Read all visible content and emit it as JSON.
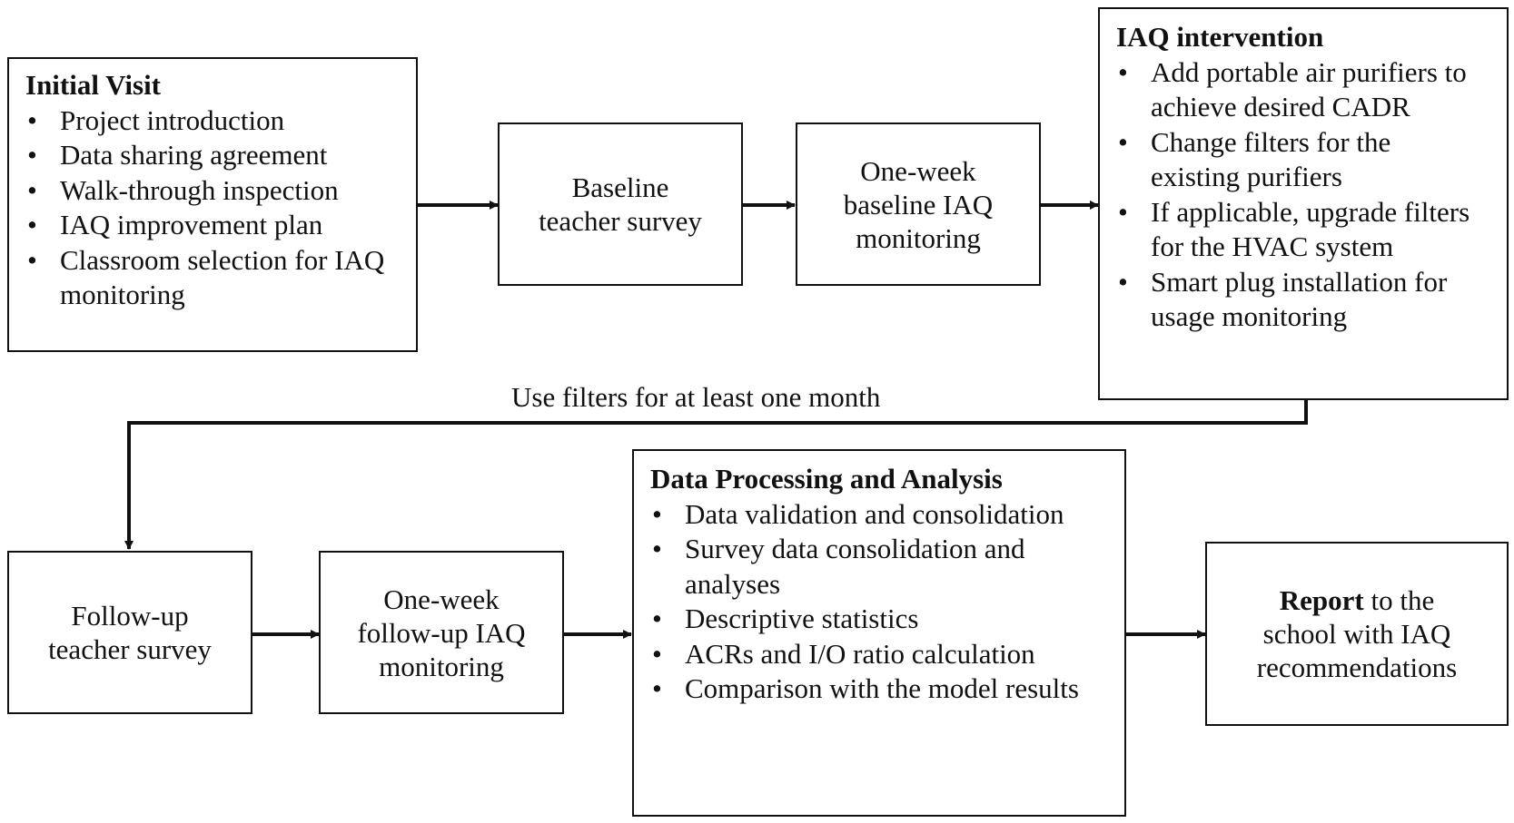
{
  "initial_visit": {
    "title": "Initial Visit",
    "items": [
      "Project introduction",
      "Data sharing agreement",
      "Walk-through inspection",
      "IAQ improvement plan",
      "Classroom selection for IAQ monitoring"
    ]
  },
  "baseline_survey": {
    "line1": "Baseline",
    "line2": "teacher survey"
  },
  "baseline_monitoring": {
    "line1": "One-week",
    "line2": "baseline IAQ",
    "line3": "monitoring"
  },
  "iaq_intervention": {
    "title": "IAQ intervention",
    "items": [
      "Add portable air purifiers to achieve desired CADR",
      "Change filters for the existing purifiers",
      "If applicable, upgrade filters for the HVAC system",
      "Smart plug installation for usage monitoring"
    ]
  },
  "connector_label": "Use filters for at least one month",
  "followup_survey": {
    "line1": "Follow-up",
    "line2": "teacher survey"
  },
  "followup_monitoring": {
    "line1": "One-week",
    "line2": "follow-up IAQ",
    "line3": "monitoring"
  },
  "data_processing": {
    "title": "Data Processing and Analysis",
    "items": [
      "Data validation and consolidation",
      "Survey data consolidation and analyses",
      "Descriptive statistics",
      "ACRs and I/O ratio calculation",
      "Comparison with the model results"
    ]
  },
  "report": {
    "bold": "Report",
    "line1_rest": " to the",
    "line2": "school with IAQ",
    "line3": "recommendations"
  }
}
